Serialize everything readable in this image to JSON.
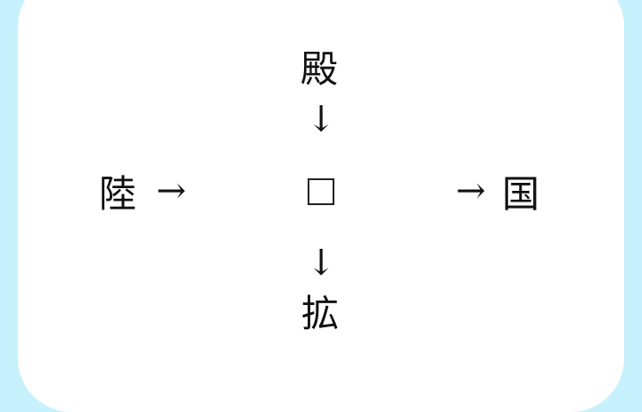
{
  "colors": {
    "background": "#c6f1fd",
    "card": "#ffffff",
    "text": "#111111",
    "box_border": "#222222"
  },
  "puzzle": {
    "top_kanji": "殿",
    "left_kanji": "陸",
    "right_kanji": "国",
    "bottom_kanji": "拡",
    "down_arrow": "↓",
    "right_arrow": "→"
  }
}
